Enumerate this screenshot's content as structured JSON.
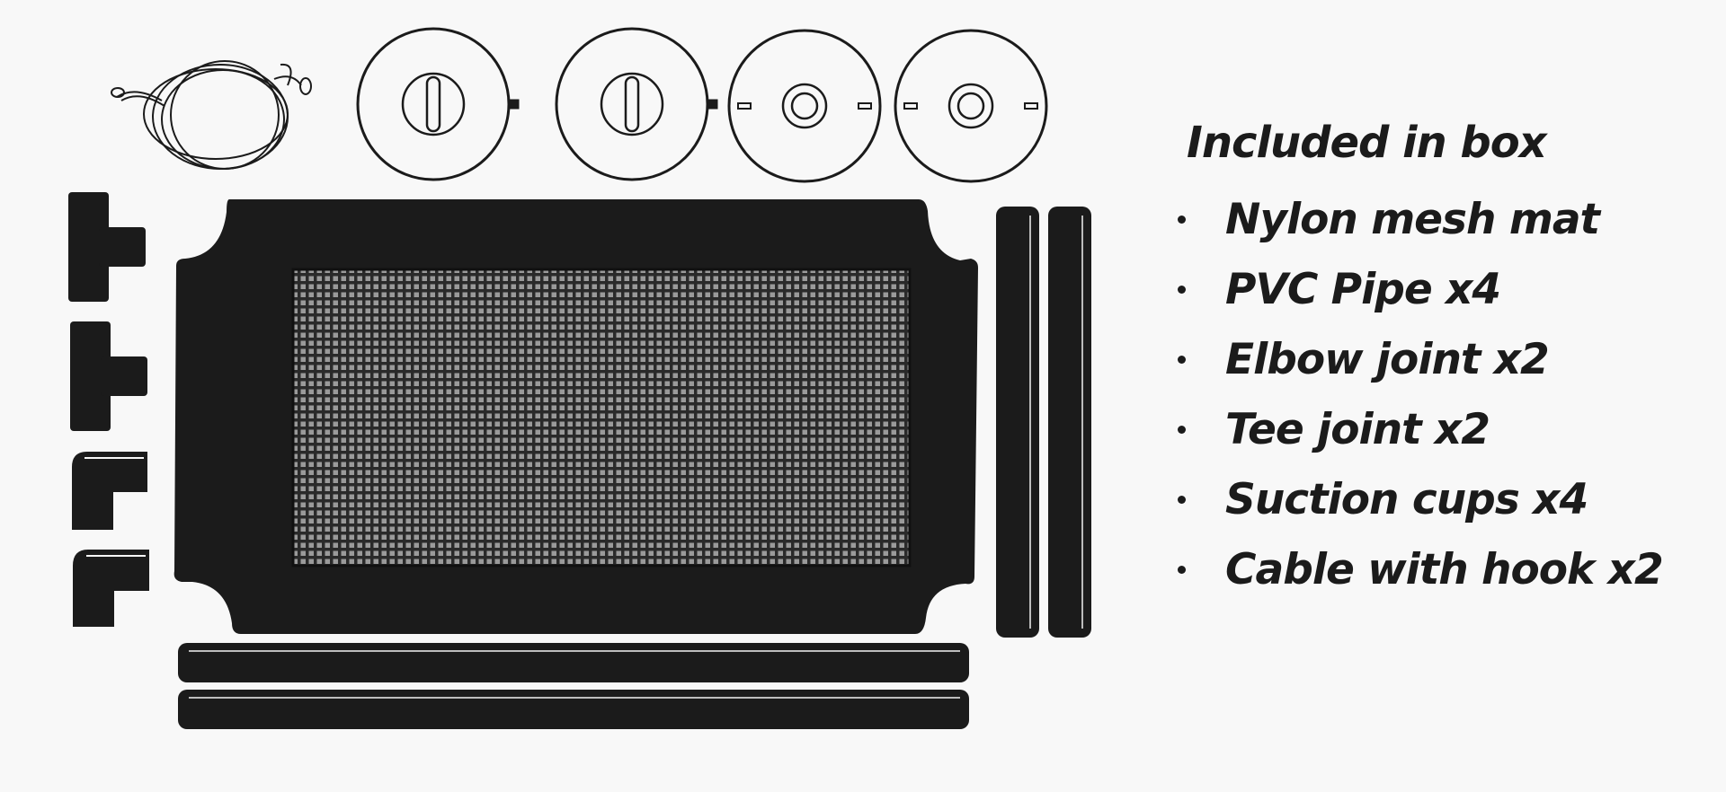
{
  "heading": "Included in box",
  "items": [
    {
      "label": "Nylon mesh mat"
    },
    {
      "label": "PVC Pipe x4"
    },
    {
      "label": "Elbow joint x2"
    },
    {
      "label": "Tee joint x2"
    },
    {
      "label": "Suction cups x4"
    },
    {
      "label": "Cable with hook x2"
    }
  ],
  "colors": {
    "ink": "#1b1b1b",
    "background": "#f8f8f8"
  },
  "icons": [
    "cable-with-hook-icon",
    "suction-cup-icon",
    "tee-joint-icon",
    "elbow-joint-icon",
    "mesh-mat-icon",
    "pvc-pipe-icon"
  ]
}
